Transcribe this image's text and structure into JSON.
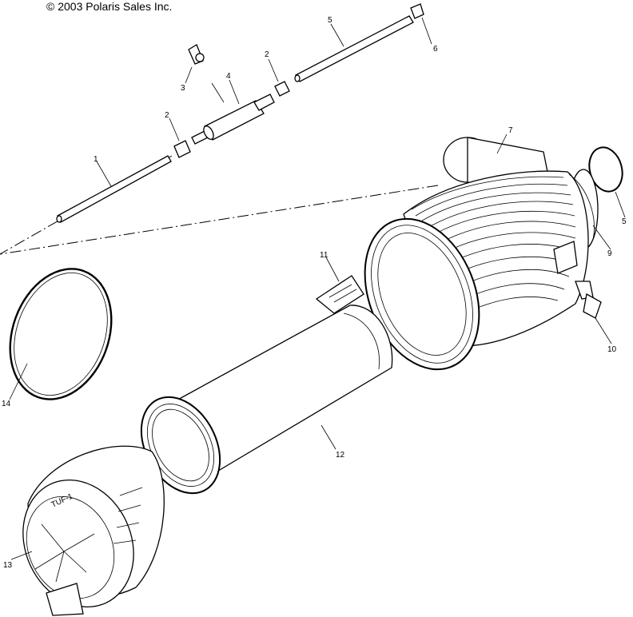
{
  "copyright": "© 2003 Polaris Sales Inc.",
  "callouts": [
    {
      "label": "1"
    },
    {
      "label": "2"
    },
    {
      "label": "2"
    },
    {
      "label": "3"
    },
    {
      "label": "4"
    },
    {
      "label": "5"
    },
    {
      "label": "5"
    },
    {
      "label": "6"
    },
    {
      "label": "7"
    },
    {
      "label": "9"
    },
    {
      "label": "10"
    },
    {
      "label": "11"
    },
    {
      "label": "12"
    },
    {
      "label": "13"
    },
    {
      "label": "14"
    }
  ],
  "cover_logo": "TUF-1"
}
